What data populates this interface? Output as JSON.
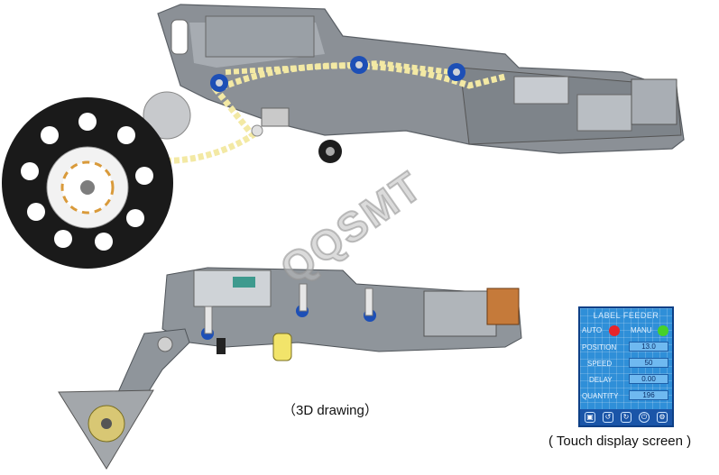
{
  "caption_3d": "（3D drawing）",
  "caption_touch": "( Touch display screen )",
  "watermark": "QQSMT",
  "touch_screen": {
    "title": "LABEL FEEDER",
    "auto_label": "AUTO",
    "manu_label": "MANU",
    "rows": [
      {
        "label": "POSITION",
        "value": "13.0"
      },
      {
        "label": "SPEED",
        "value": "50"
      },
      {
        "label": "DELAY",
        "value": "0.00"
      },
      {
        "label": "QUANTITY",
        "value": "196"
      }
    ],
    "colors": {
      "auto": "#e8252a",
      "manu": "#46d12a",
      "screen": "#2f8fd8"
    },
    "buttons": [
      "gallery-icon",
      "undo-icon",
      "redo-icon",
      "power-icon",
      "gear-icon"
    ]
  }
}
